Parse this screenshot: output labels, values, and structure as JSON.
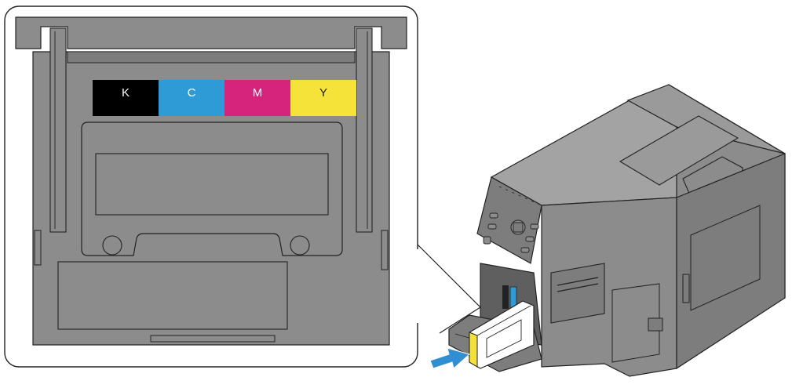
{
  "ink_slots": [
    {
      "label": "K",
      "color": "#000000",
      "text_color": "#ffffff"
    },
    {
      "label": "C",
      "color": "#2f9bd6",
      "text_color": "#ffffff"
    },
    {
      "label": "M",
      "color": "#d6237c",
      "text_color": "#ffffff"
    },
    {
      "label": "Y",
      "color": "#f5e33a",
      "text_color": "#222222"
    }
  ],
  "colors": {
    "printer_body": "#8c8c8c",
    "printer_dark": "#6e6e6e",
    "printer_light": "#a3a3a3",
    "arrow": "#2f8fd0",
    "cartridge_label": "#f2e13b"
  },
  "icons": [
    "insert-arrow-icon"
  ]
}
